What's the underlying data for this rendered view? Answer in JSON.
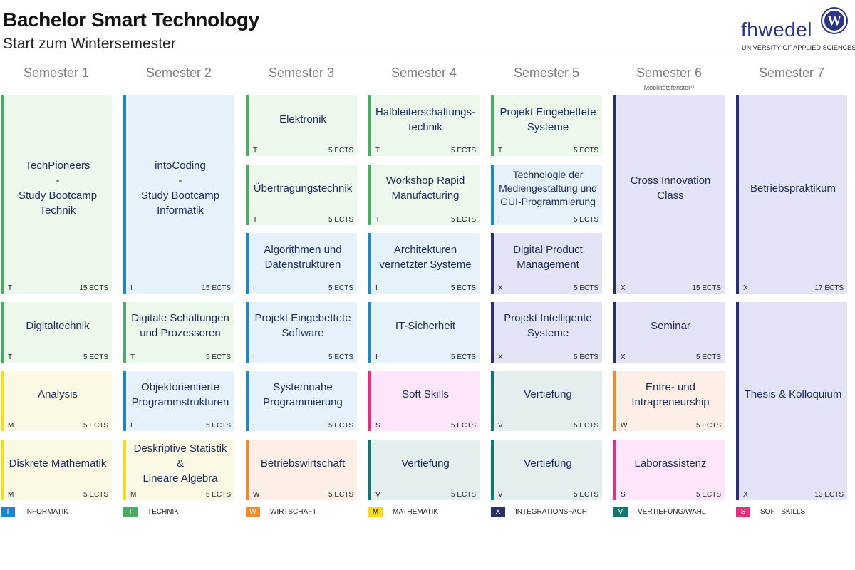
{
  "header": {
    "title": "Bachelor Smart Technology",
    "subtitle": "Start zum Wintersemester"
  },
  "logo": {
    "wordmark": "fhwedel",
    "emblem": "W",
    "tagline": "UNIVERSITY OF APPLIED SCIENCES"
  },
  "semesters": [
    {
      "label": "Semester 1"
    },
    {
      "label": "Semester 2"
    },
    {
      "label": "Semester 3"
    },
    {
      "label": "Semester 4"
    },
    {
      "label": "Semester 5"
    },
    {
      "label": "Semester 6",
      "note": "Mobilitätsfenster¹⁾"
    },
    {
      "label": "Semester 7"
    }
  ],
  "colors": {
    "T": "#4aab62",
    "I": "#1f87c6",
    "W": "#ee8b2e",
    "M": "#f5dd1e",
    "X": "#2a2f6a",
    "V": "#127670",
    "S": "#e2317a"
  },
  "modules": [
    {
      "sem": 1,
      "row": 1,
      "span": 3,
      "name": "TechPioneers\n-\nStudy Bootcamp\nTechnik",
      "code": "T",
      "ects": "15 ECTS"
    },
    {
      "sem": 1,
      "row": 4,
      "span": 1,
      "name": "Digitaltechnik",
      "code": "T",
      "ects": "5 ECTS"
    },
    {
      "sem": 1,
      "row": 5,
      "span": 1,
      "name": "Analysis",
      "code": "M",
      "ects": "5 ECTS"
    },
    {
      "sem": 1,
      "row": 6,
      "span": 1,
      "name": "Diskrete Mathematik",
      "code": "M",
      "ects": "5 ECTS"
    },
    {
      "sem": 2,
      "row": 1,
      "span": 3,
      "name": "intoCoding\n-\nStudy Bootcamp\nInformatik",
      "code": "I",
      "ects": "15 ECTS"
    },
    {
      "sem": 2,
      "row": 4,
      "span": 1,
      "name": "Digitale Schaltungen\nund Prozessoren",
      "code": "T",
      "ects": "5 ECTS"
    },
    {
      "sem": 2,
      "row": 5,
      "span": 1,
      "name": "Objektorientierte\nProgrammstrukturen",
      "code": "I",
      "ects": "5 ECTS"
    },
    {
      "sem": 2,
      "row": 6,
      "span": 1,
      "name": "Deskriptive Statistik &\nLineare Algebra",
      "code": "M",
      "ects": "5 ECTS"
    },
    {
      "sem": 3,
      "row": 1,
      "span": 1,
      "name": "Elektronik",
      "code": "T",
      "ects": "5 ECTS"
    },
    {
      "sem": 3,
      "row": 2,
      "span": 1,
      "name": "Übertragungstechnik",
      "code": "T",
      "ects": "5 ECTS"
    },
    {
      "sem": 3,
      "row": 3,
      "span": 1,
      "name": "Algorithmen und\nDatenstrukturen",
      "code": "I",
      "ects": "5 ECTS"
    },
    {
      "sem": 3,
      "row": 4,
      "span": 1,
      "name": "Projekt Eingebettete\nSoftware",
      "code": "I",
      "ects": "5 ECTS"
    },
    {
      "sem": 3,
      "row": 5,
      "span": 1,
      "name": "Systemnahe\nProgrammierung",
      "code": "I",
      "ects": "5 ECTS"
    },
    {
      "sem": 3,
      "row": 6,
      "span": 1,
      "name": "Betriebswirtschaft",
      "code": "W",
      "ects": "5 ECTS"
    },
    {
      "sem": 4,
      "row": 1,
      "span": 1,
      "name": "Halbleiterschaltungs-\ntechnik",
      "code": "T",
      "ects": "5 ECTS"
    },
    {
      "sem": 4,
      "row": 2,
      "span": 1,
      "name": "Workshop Rapid\nManufacturing",
      "code": "T",
      "ects": "5 ECTS"
    },
    {
      "sem": 4,
      "row": 3,
      "span": 1,
      "name": "Architekturen\nvernetzter Systeme",
      "code": "I",
      "ects": "5 ECTS"
    },
    {
      "sem": 4,
      "row": 4,
      "span": 1,
      "name": "IT-Sicherheit",
      "code": "I",
      "ects": "5 ECTS"
    },
    {
      "sem": 4,
      "row": 5,
      "span": 1,
      "name": "Soft Skills",
      "code": "S",
      "ects": "5 ECTS"
    },
    {
      "sem": 4,
      "row": 6,
      "span": 1,
      "name": "Vertiefung",
      "code": "V",
      "ects": "5 ECTS"
    },
    {
      "sem": 5,
      "row": 1,
      "span": 1,
      "name": "Projekt Eingebettete\nSysteme",
      "code": "T",
      "ects": "5 ECTS"
    },
    {
      "sem": 5,
      "row": 2,
      "span": 1,
      "name": "Technologie der\nMediengestaltung und\nGUI-Programmierung",
      "code": "I",
      "ects": "5 ECTS",
      "small": true
    },
    {
      "sem": 5,
      "row": 3,
      "span": 1,
      "name": "Digital Product\nManagement",
      "code": "X",
      "ects": "5 ECTS"
    },
    {
      "sem": 5,
      "row": 4,
      "span": 1,
      "name": "Projekt Intelligente\nSysteme",
      "code": "X",
      "ects": "5 ECTS"
    },
    {
      "sem": 5,
      "row": 5,
      "span": 1,
      "name": "Vertiefung",
      "code": "V",
      "ects": "5 ECTS"
    },
    {
      "sem": 5,
      "row": 6,
      "span": 1,
      "name": "Vertiefung",
      "code": "V",
      "ects": "5 ECTS"
    },
    {
      "sem": 6,
      "row": 1,
      "span": 3,
      "name": "Cross Innovation Class",
      "code": "X",
      "ects": "15 ECTS"
    },
    {
      "sem": 6,
      "row": 4,
      "span": 1,
      "name": "Seminar",
      "code": "X",
      "ects": "5 ECTS"
    },
    {
      "sem": 6,
      "row": 5,
      "span": 1,
      "name": "Entre- und\nIntrapreneurship",
      "code": "W",
      "ects": "5 ECTS"
    },
    {
      "sem": 6,
      "row": 6,
      "span": 1,
      "name": "Laborassistenz",
      "code": "S",
      "ects": "5 ECTS"
    },
    {
      "sem": 7,
      "row": 1,
      "span": 3,
      "name": "Betriebspraktikum",
      "code": "X",
      "ects": "17 ECTS"
    },
    {
      "sem": 7,
      "row": 4,
      "span": 3,
      "name": "Thesis & Kolloquium",
      "code": "X",
      "ects": "13 ECTS"
    }
  ],
  "legend": [
    {
      "code": "I",
      "label": "INFORMATIK"
    },
    {
      "code": "T",
      "label": "TECHNIK"
    },
    {
      "code": "W",
      "label": "WIRTSCHAFT"
    },
    {
      "code": "M",
      "label": "MATHEMATIK"
    },
    {
      "code": "X",
      "label": "INTEGRATIONSFACH"
    },
    {
      "code": "V",
      "label": "VERTIEFUNG/WAHL"
    },
    {
      "code": "S",
      "label": "SOFT SKILLS"
    }
  ]
}
